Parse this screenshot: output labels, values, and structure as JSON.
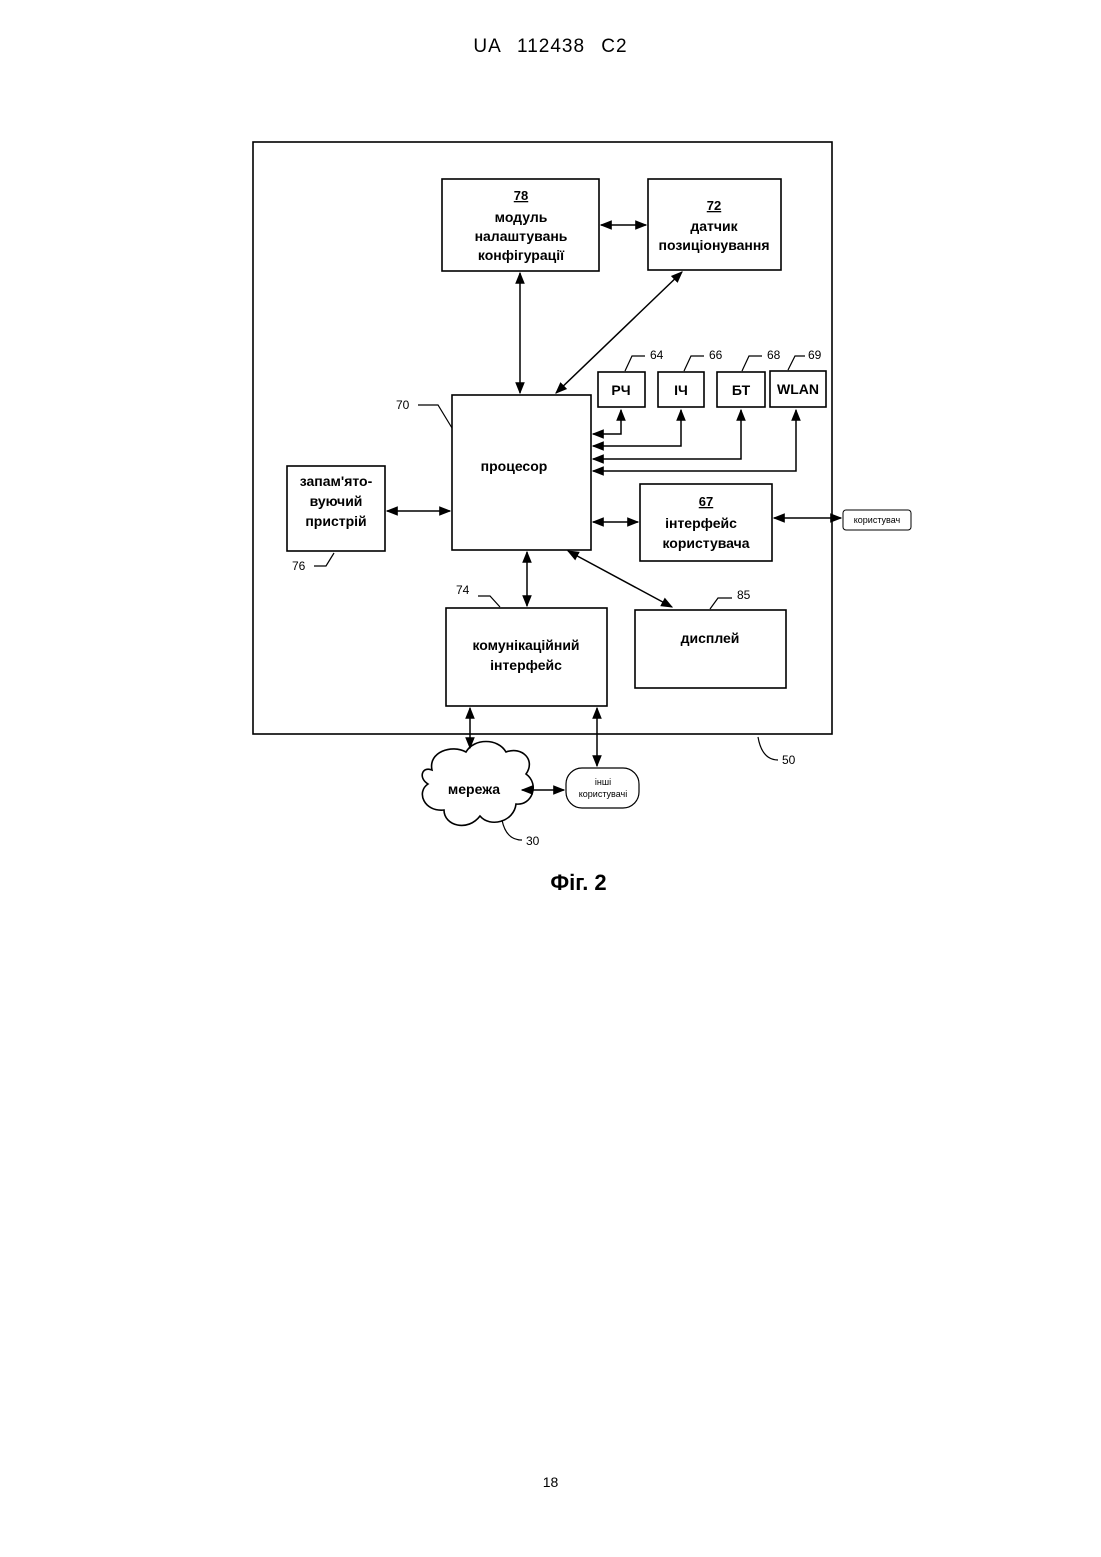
{
  "header": "UA   112438   C2",
  "page_number": "18",
  "figure_caption": "Фіг. 2",
  "device": {
    "ref": "50"
  },
  "blocks": {
    "config_module": {
      "ref": "78",
      "lines": [
        "модуль",
        "налаштувань",
        "конфігурації"
      ]
    },
    "position_sensor": {
      "ref": "72",
      "lines": [
        "датчик",
        "позиціонування"
      ]
    },
    "processor": {
      "ref": "70",
      "label": "процесор"
    },
    "rf": {
      "ref": "64",
      "label": "РЧ"
    },
    "ir": {
      "ref": "66",
      "label": "ІЧ"
    },
    "bt": {
      "ref": "68",
      "label": "БТ"
    },
    "wlan": {
      "ref": "69",
      "label": "WLAN"
    },
    "memory": {
      "ref": "76",
      "lines": [
        "запам'ято-",
        "вуючий",
        "пристрій"
      ]
    },
    "user_interface": {
      "ref": "67",
      "lines": [
        "інтерфейс",
        "користувача"
      ]
    },
    "user": {
      "label": "користувач"
    },
    "comm_interface": {
      "ref": "74",
      "lines": [
        "комунікаційний",
        "інтерфейс"
      ]
    },
    "display": {
      "ref": "85",
      "label": "дисплей"
    },
    "network": {
      "ref": "30",
      "label": "мережа"
    },
    "other_users": {
      "lines": [
        "інші",
        "користувачі"
      ]
    }
  }
}
